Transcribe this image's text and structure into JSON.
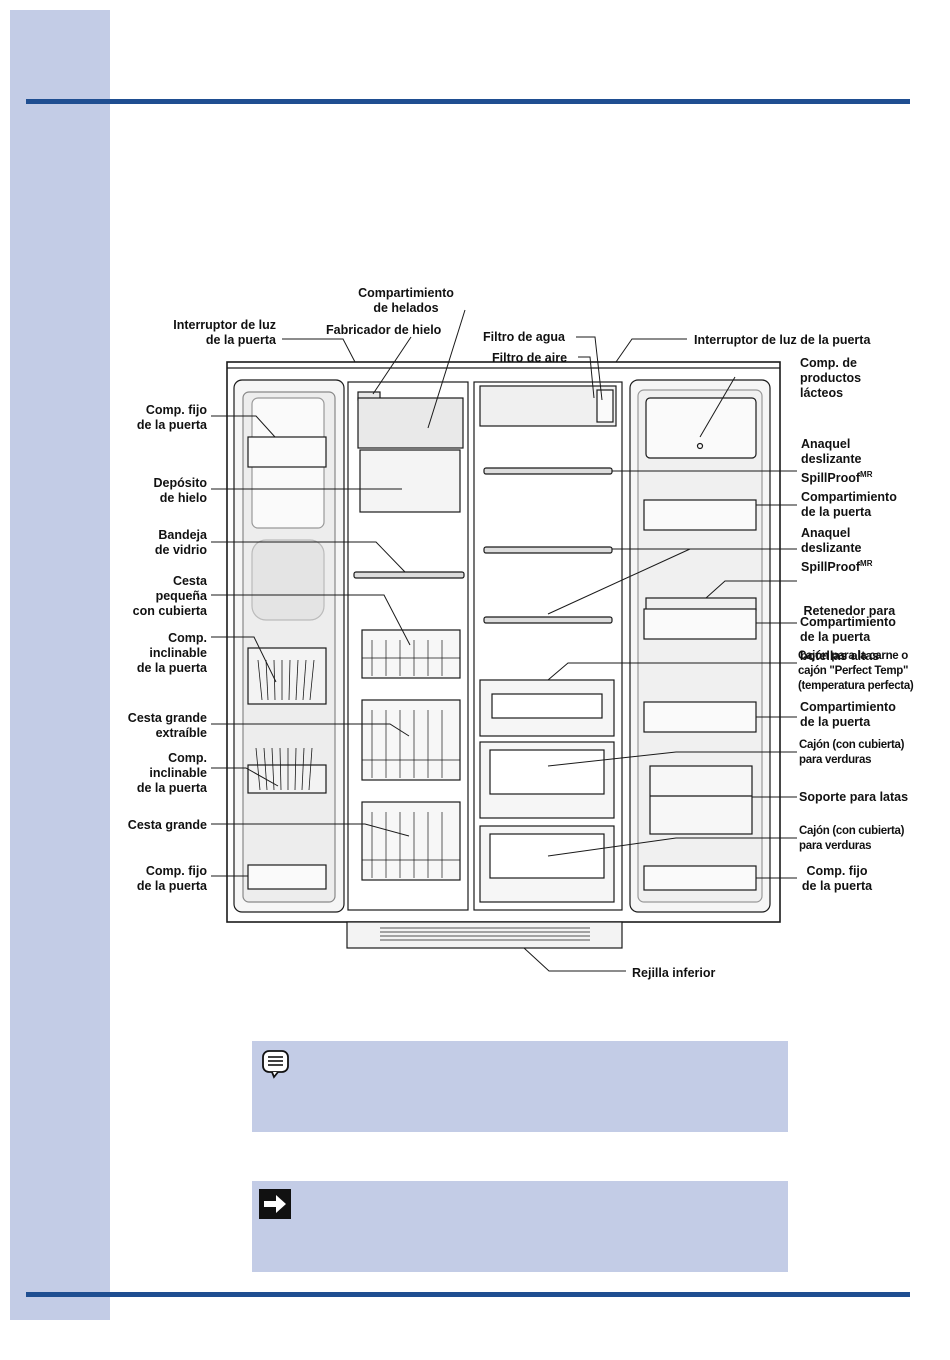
{
  "labels": {
    "interruptor_izq": [
      "Interruptor de luz",
      "de la puerta"
    ],
    "comp_helados": [
      "Compartimiento",
      "de helados"
    ],
    "fabricador": "Fabricador de hielo",
    "filtro_agua": "Filtro de agua",
    "filtro_aire": "Filtro de aire",
    "interruptor_der": "Interruptor de luz de la puerta",
    "comp_fijo_1": [
      "Comp. fijo",
      "de la puerta"
    ],
    "deposito": [
      "Depósito",
      "de hielo"
    ],
    "bandeja": [
      "Bandeja",
      "de vidrio"
    ],
    "cesta_pequena": [
      "Cesta",
      "pequeña",
      "con cubierta"
    ],
    "comp_inclinable_1": [
      "Comp.",
      "inclinable",
      "de la puerta"
    ],
    "cesta_extraible": [
      "Cesta grande",
      "extraíble"
    ],
    "comp_inclinable_2": [
      "Comp.",
      "inclinable",
      "de la puerta"
    ],
    "cesta_grande": "Cesta grande",
    "comp_fijo_2": [
      "Comp. fijo",
      "de la puerta"
    ],
    "lacteos": [
      "Comp. de",
      "productos",
      "lácteos"
    ],
    "anaquel_1": [
      "Anaquel",
      "deslizante",
      "SpillProof"
    ],
    "anaquel_1_sup": "MR",
    "comp_puerta_1": [
      "Compartimiento",
      "de la puerta"
    ],
    "anaquel_2": [
      "Anaquel",
      "deslizante",
      "SpillProof"
    ],
    "anaquel_2_sup": "MR",
    "retenedor": [
      " Retenedor para",
      "botellas altas"
    ],
    "comp_puerta_2": [
      "Compartimiento",
      "de la puerta"
    ],
    "cajon_carne": [
      "Cajón para la carne o",
      "cajón \"Perfect Temp\"",
      "(temperatura perfecta)"
    ],
    "comp_puerta_3": [
      "Compartimiento",
      "de la puerta"
    ],
    "cajon_verduras_1": [
      "Cajón (con cubierta)",
      "para verduras"
    ],
    "soporte_latas": "Soporte para latas",
    "cajon_verduras_2": [
      "Cajón (con cubierta)",
      "para verduras"
    ],
    "comp_fijo_3": [
      "Comp. fijo",
      "de la puerta"
    ],
    "rejilla": "Rejilla inferior"
  },
  "icons": {
    "note": "note-icon",
    "arrow": "arrow-right-icon"
  },
  "colors": {
    "sidebar": "#c3cce6",
    "rule": "#1f4e91",
    "box": "#c3cce6"
  }
}
